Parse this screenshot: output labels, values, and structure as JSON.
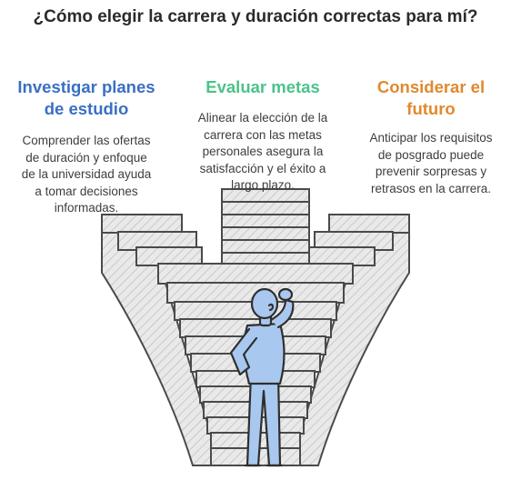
{
  "title": "¿Cómo elegir la carrera y duración correctas para mí?",
  "colors": {
    "left": "#3a6fc4",
    "center": "#4cc38a",
    "right": "#e0892e",
    "figure": "#a8c8ef"
  },
  "columns": {
    "left": {
      "heading": [
        "Investigar planes",
        "de estudio"
      ],
      "desc": [
        "Comprender las ofertas",
        "de duración y enfoque",
        "de la universidad ayuda",
        "a tomar decisiones",
        "informadas."
      ]
    },
    "center": {
      "heading": [
        "Evaluar metas"
      ],
      "desc": [
        "Alinear la elección de la",
        "carrera con las metas",
        "personales asegura la",
        "satisfacción y el éxito a",
        "largo plazo."
      ]
    },
    "right": {
      "heading": [
        "Considerar el",
        "futuro"
      ],
      "desc": [
        "Anticipar los requisitos",
        "de posgrado puede",
        "prevenir sorpresas y",
        "retrasos en la carrera."
      ]
    }
  }
}
